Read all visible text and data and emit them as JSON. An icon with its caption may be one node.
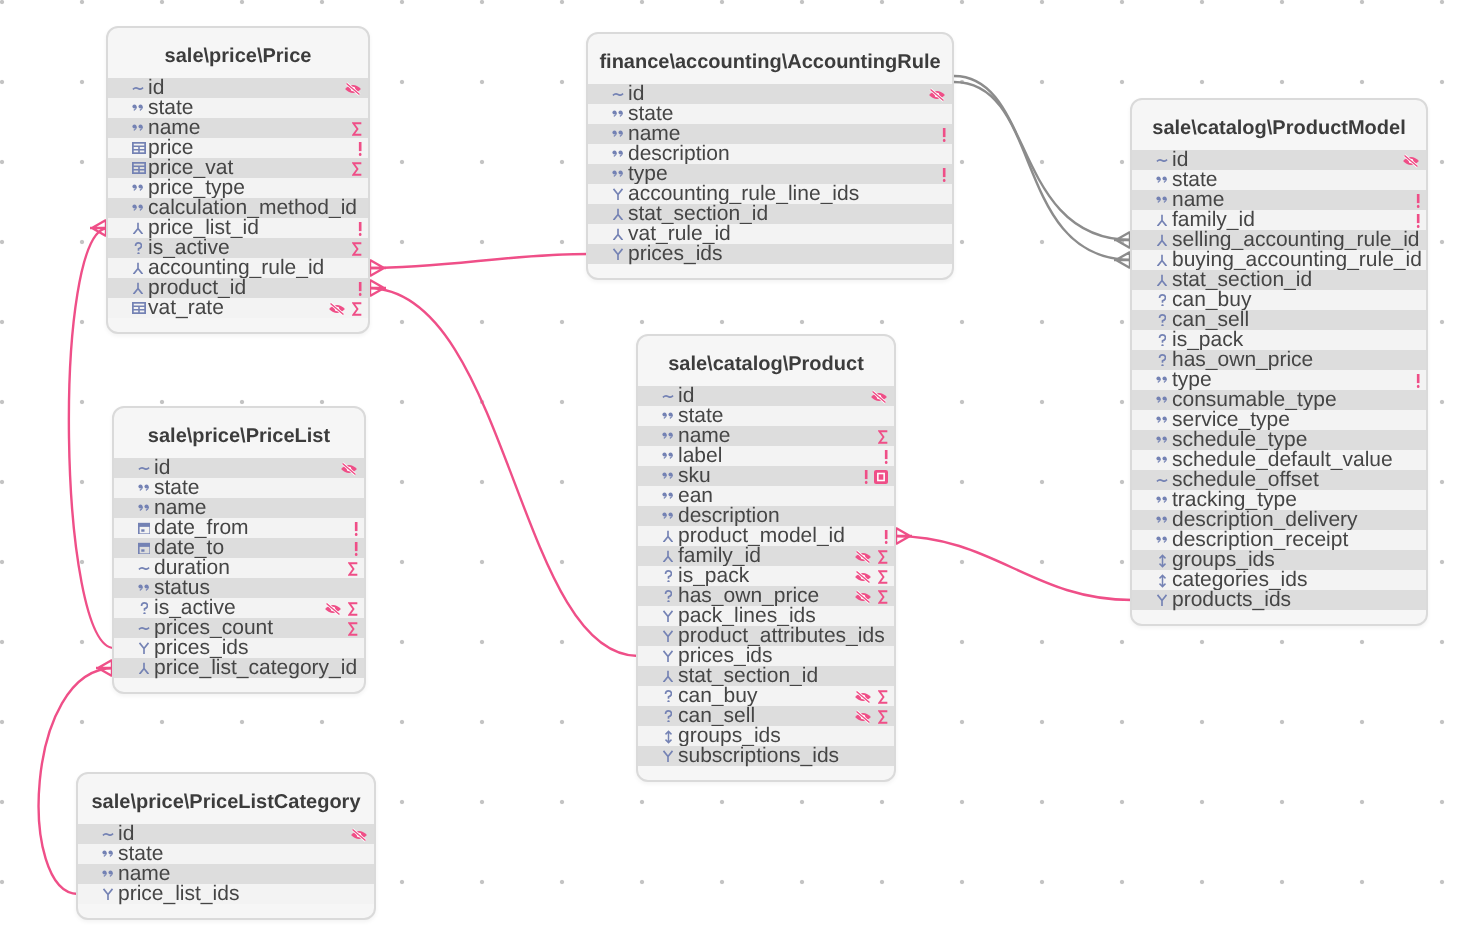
{
  "diagram": {
    "nodes": [
      {
        "text": [
          "sale\\price\\Price"
        ]
      },
      {
        "text": [
          "id"
        ],
        "in": 0
      },
      {
        "text": [
          "state"
        ],
        "in": 0
      },
      {
        "text": [
          "name"
        ],
        "in": 0
      },
      {
        "text": [
          "price"
        ],
        "in": 0
      },
      {
        "text": [
          "price_vat"
        ],
        "in": 0
      },
      {
        "text": [
          "price_type"
        ],
        "in": 0
      },
      {
        "text": [
          "calculation_method_id"
        ],
        "in": 0
      },
      {
        "text": [
          "price_list_id"
        ],
        "in": 0
      },
      {
        "text": [
          "is_active"
        ],
        "in": 0
      },
      {
        "text": [
          "accounting_rule_id"
        ],
        "in": 0
      },
      {
        "text": [
          "product_id"
        ],
        "in": 0
      },
      {
        "text": [
          "vat_rate"
        ],
        "in": 0
      },
      {
        "text": [
          "finance\\accounting\\AccountingRule"
        ]
      },
      {
        "text": [
          "id"
        ],
        "in": 13
      },
      {
        "text": [
          "state"
        ],
        "in": 13
      },
      {
        "text": [
          "name"
        ],
        "in": 13
      },
      {
        "text": [
          "description"
        ],
        "in": 13
      },
      {
        "text": [
          "type"
        ],
        "in": 13
      },
      {
        "text": [
          "accounting_rule_line_ids"
        ],
        "in": 13
      },
      {
        "text": [
          "stat_section_id"
        ],
        "in": 13
      },
      {
        "text": [
          "vat_rule_id"
        ],
        "in": 13
      },
      {
        "text": [
          "prices_ids"
        ],
        "in": 13
      },
      {
        "text": [
          "sale\\catalog\\ProductModel"
        ]
      },
      {
        "text": [
          "id"
        ],
        "in": 23
      },
      {
        "text": [
          "state"
        ],
        "in": 23
      },
      {
        "text": [
          "name"
        ],
        "in": 23
      },
      {
        "text": [
          "family_id"
        ],
        "in": 23
      },
      {
        "text": [
          "selling_accounting_rule_id"
        ],
        "in": 23
      },
      {
        "text": [
          "buying_accounting_rule_id"
        ],
        "in": 23
      },
      {
        "text": [
          "stat_section_id"
        ],
        "in": 23
      },
      {
        "text": [
          "can_buy"
        ],
        "in": 23
      },
      {
        "text": [
          "can_sell"
        ],
        "in": 23
      },
      {
        "text": [
          "is_pack"
        ],
        "in": 23
      },
      {
        "text": [
          "has_own_price"
        ],
        "in": 23
      },
      {
        "text": [
          "type"
        ],
        "in": 23
      },
      {
        "text": [
          "consumable_type"
        ],
        "in": 23
      },
      {
        "text": [
          "service_type"
        ],
        "in": 23
      },
      {
        "text": [
          "schedule_type"
        ],
        "in": 23
      },
      {
        "text": [
          "schedule_default_value"
        ],
        "in": 23
      },
      {
        "text": [
          "schedule_offset"
        ],
        "in": 23
      },
      {
        "text": [
          "tracking_type"
        ],
        "in": 23
      },
      {
        "text": [
          "description_delivery"
        ],
        "in": 23
      },
      {
        "text": [
          "description_receipt"
        ],
        "in": 23
      },
      {
        "text": [
          "groups_ids"
        ],
        "in": 23
      },
      {
        "text": [
          "categories_ids"
        ],
        "in": 23
      },
      {
        "text": [
          "products_ids"
        ],
        "in": 23
      },
      {
        "text": [
          "sale\\price\\PriceList"
        ]
      },
      {
        "text": [
          "id"
        ],
        "in": 47
      },
      {
        "text": [
          "state"
        ],
        "in": 47
      },
      {
        "text": [
          "name"
        ],
        "in": 47
      },
      {
        "text": [
          "date_from"
        ],
        "in": 47
      },
      {
        "text": [
          "date_to"
        ],
        "in": 47
      },
      {
        "text": [
          "duration"
        ],
        "in": 47
      },
      {
        "text": [
          "status"
        ],
        "in": 47
      },
      {
        "text": [
          "is_active"
        ],
        "in": 47
      },
      {
        "text": [
          "prices_count"
        ],
        "in": 47
      },
      {
        "text": [
          "prices_ids"
        ],
        "in": 47
      },
      {
        "text": [
          "price_list_category_id"
        ],
        "in": 47
      },
      {
        "text": [
          "sale\\catalog\\Product"
        ]
      },
      {
        "text": [
          "id"
        ],
        "in": 59
      },
      {
        "text": [
          "state"
        ],
        "in": 59
      },
      {
        "text": [
          "name"
        ],
        "in": 59
      },
      {
        "text": [
          "label"
        ],
        "in": 59
      },
      {
        "text": [
          "sku"
        ],
        "in": 59
      },
      {
        "text": [
          "ean"
        ],
        "in": 59
      },
      {
        "text": [
          "description"
        ],
        "in": 59
      },
      {
        "text": [
          "product_model_id"
        ],
        "in": 59
      },
      {
        "text": [
          "family_id"
        ],
        "in": 59
      },
      {
        "text": [
          "is_pack"
        ],
        "in": 59
      },
      {
        "text": [
          "has_own_price"
        ],
        "in": 59
      },
      {
        "text": [
          "pack_lines_ids"
        ],
        "in": 59
      },
      {
        "text": [
          "product_attributes_ids"
        ],
        "in": 59
      },
      {
        "text": [
          "prices_ids"
        ],
        "in": 59
      },
      {
        "text": [
          "stat_section_id"
        ],
        "in": 59
      },
      {
        "text": [
          "can_buy"
        ],
        "in": 59
      },
      {
        "text": [
          "can_sell"
        ],
        "in": 59
      },
      {
        "text": [
          "groups_ids"
        ],
        "in": 59
      },
      {
        "text": [
          "subscriptions_ids"
        ],
        "in": 59
      },
      {
        "text": [
          "sale\\price\\PriceListCategory"
        ]
      },
      {
        "text": [
          "id"
        ],
        "in": 79
      },
      {
        "text": [
          "state"
        ],
        "in": 79
      },
      {
        "text": [
          "name"
        ],
        "in": 79
      },
      {
        "text": [
          "price_list_ids"
        ],
        "in": 79
      }
    ],
    "edges": [
      {
        "from": 10,
        "to": 22,
        "arrow": "other"
      },
      {
        "from": 11,
        "to": 73,
        "arrow": "other"
      },
      {
        "from": 8,
        "to": 57,
        "arrow": "other"
      },
      {
        "from": 58,
        "to": 83,
        "arrow": "other"
      },
      {
        "from": 67,
        "to": 46,
        "arrow": "other"
      },
      {
        "from": 28,
        "to": 13,
        "arrow": "other",
        "color": "#8c8c8c"
      },
      {
        "from": 29,
        "to": 13,
        "arrow": "other",
        "color": "#8c8c8c"
      }
    ]
  }
}
